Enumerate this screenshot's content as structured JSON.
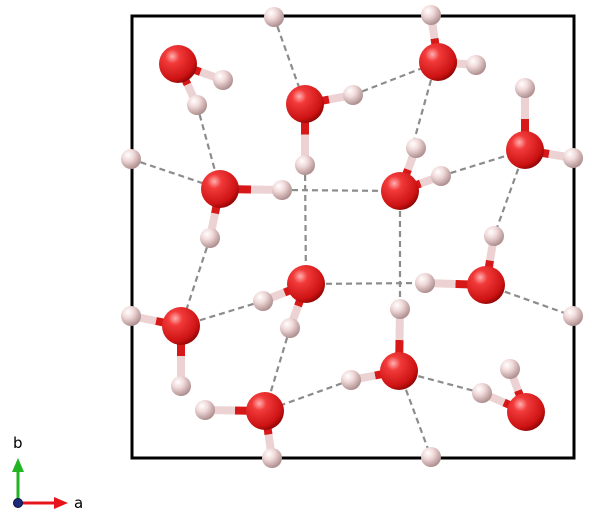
{
  "axes": {
    "a_label": "a",
    "b_label": "b",
    "a_color": "#e8141b",
    "b_color": "#22b422",
    "origin_color": "#1b2a7a"
  },
  "colors": {
    "oxygen": "#e51d1d",
    "hydrogen": "#f2d6d6",
    "bond_line": "#8c8c8c",
    "cell_edge": "#000000"
  },
  "structure": {
    "molecule_count": 12,
    "atom_types": [
      "oxygen-icon",
      "hydrogen-icon"
    ]
  }
}
